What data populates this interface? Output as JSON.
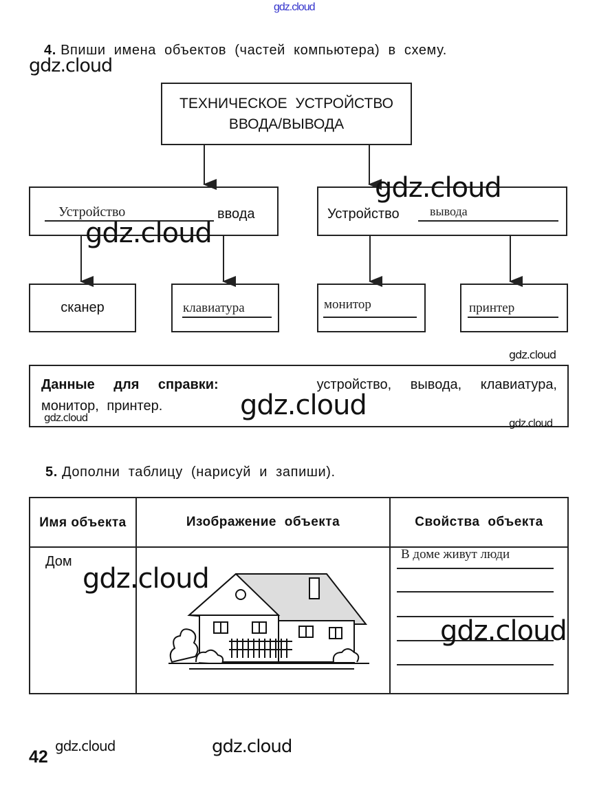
{
  "watermark": "gdz.cloud",
  "task4": {
    "number": "4.",
    "instruction": "Впиши имена объектов (частей компьютера) в схему.",
    "root_box_line1": "ТЕХНИЧЕСКОЕ УСТРОЙСТВО",
    "root_box_line2": "ВВОДА/ВЫВОДА",
    "input_box": {
      "answer": "Устройство",
      "printed": "ввода"
    },
    "output_box": {
      "printed": "Устройство",
      "answer": "вывода"
    },
    "leaves": {
      "scanner": "сканер",
      "keyboard": "клавиатура",
      "monitor": "монитор",
      "printer": "принтер"
    },
    "reference_label": "Данные для справки:",
    "reference_line1": "устройство, вывода, клавиатура,",
    "reference_line2": "монитор, принтер."
  },
  "task5": {
    "number": "5.",
    "instruction": "Дополни таблицу (нарисуй и запиши).",
    "headers": [
      "Имя объекта",
      "Изображение объекта",
      "Свойства объекта"
    ],
    "row": {
      "name": "Дом",
      "property": "В доме живут люди"
    }
  },
  "page_number": "42"
}
